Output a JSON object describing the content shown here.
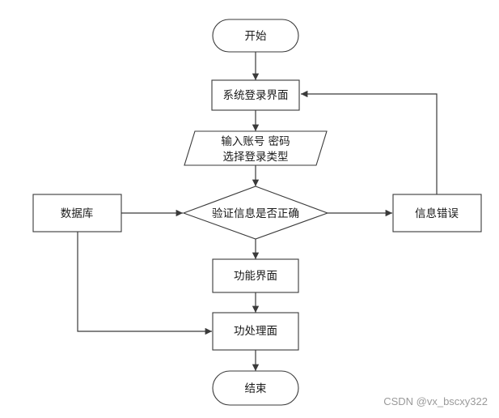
{
  "diagram": {
    "start": "开始",
    "login_screen": "系统登录界面",
    "input_line1": "输入账号 密码",
    "input_line2": "选择登录类型",
    "database": "数据库",
    "verify": "验证信息是否正确",
    "error": "信息错误",
    "function_screen": "功能界面",
    "processing_screen": "功处理面",
    "end": "结束"
  },
  "watermark": "CSDN @vx_bscxy322"
}
